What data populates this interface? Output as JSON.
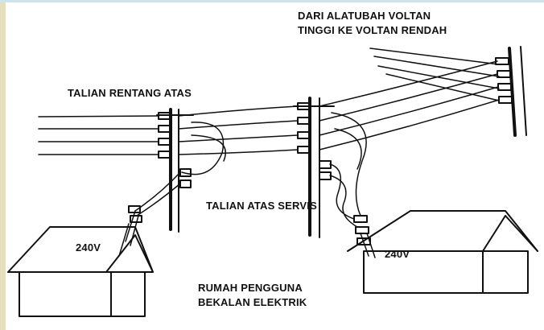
{
  "labels": {
    "source_line1": "DARI ALATUBAH VOLTAN",
    "source_line2": "TINGGI KE VOLTAN RENDAH",
    "overhead_lines": "TALIAN RENTANG ATAS",
    "service_lines": "TALIAN ATAS SERVIS",
    "voltage_left": "240V",
    "voltage_right": "240V",
    "consumer_line1": "RUMAH PENGGUNA",
    "consumer_line2": "BEKALAN ELEKTRIK"
  }
}
